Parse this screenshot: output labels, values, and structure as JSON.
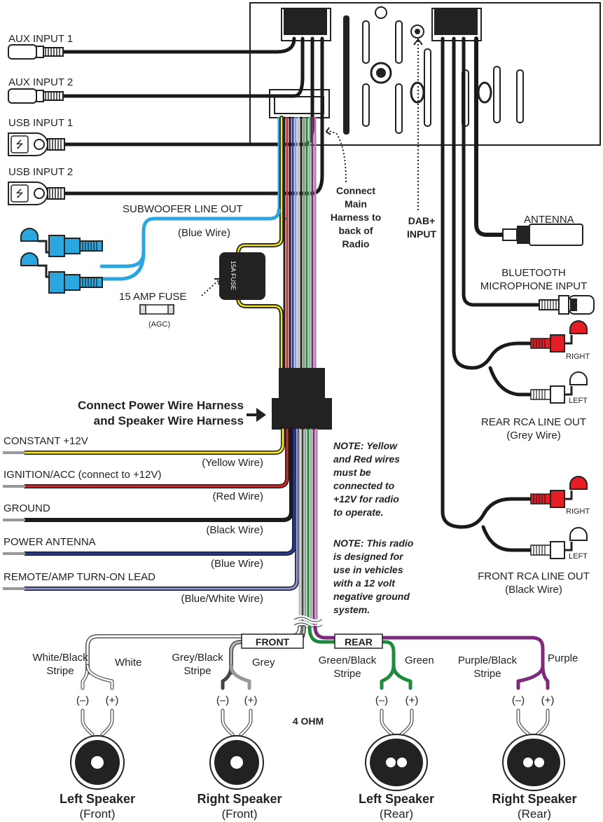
{
  "inputs": {
    "aux1": "AUX INPUT 1",
    "aux2": "AUX INPUT 2",
    "usb1": "USB INPUT 1",
    "usb2": "USB INPUT 2"
  },
  "subwoofer": {
    "label": "SUBWOOFER LINE OUT",
    "wire": "(Blue Wire)"
  },
  "fuse": {
    "label": "15 AMP FUSE",
    "type": "(AGC)",
    "body_text": "15A FUSE"
  },
  "harness_note": [
    "Connect",
    "Main",
    "Harness to",
    "back of",
    "Radio"
  ],
  "dab": [
    "DAB+",
    "INPUT"
  ],
  "antenna": "ANTENNA",
  "bluetooth": [
    "BLUETOOTH",
    "MICROPHONE INPUT"
  ],
  "rca": {
    "rear": {
      "label": "REAR RCA LINE OUT",
      "wire": "(Grey Wire)",
      "right": "RIGHT",
      "left": "LEFT"
    },
    "front": {
      "label": "FRONT RCA LINE OUT",
      "wire": "(Black Wire)",
      "right": "RIGHT",
      "left": "LEFT"
    }
  },
  "power_harness": [
    "Connect Power Wire Harness",
    "and Speaker Wire Harness"
  ],
  "power_wires": [
    {
      "label": "CONSTANT +12V",
      "wire": "(Yellow Wire)",
      "color": "#f2e21a"
    },
    {
      "label": "IGNITION/ACC (connect to +12V)",
      "wire": "(Red Wire)",
      "color": "#d22a2a"
    },
    {
      "label": "GROUND",
      "wire": "(Black Wire)",
      "color": "#1a1a1a"
    },
    {
      "label": "POWER ANTENNA",
      "wire": "(Blue Wire)",
      "color": "#2b3a9e"
    },
    {
      "label": "REMOTE/AMP TURN-ON LEAD",
      "wire": "(Blue/White Wire)",
      "color": "#8d96d8"
    }
  ],
  "notes": {
    "note1": [
      "NOTE: Yellow",
      "and Red wires",
      "must be",
      "connected to",
      "+12V for radio",
      "to operate."
    ],
    "note2": [
      "NOTE: This radio",
      "is designed for",
      "use in vehicles",
      "with a 12 volt",
      "negative ground",
      "system."
    ]
  },
  "groups": {
    "front": "FRONT",
    "rear": "REAR"
  },
  "speaker_wires": {
    "lf_neg": [
      "White/Black",
      "Stripe"
    ],
    "lf_pos": "White",
    "rf_neg": [
      "Grey/Black",
      "Stripe"
    ],
    "rf_pos": "Grey",
    "lr_neg": [
      "Green/Black",
      "Stripe"
    ],
    "lr_pos": "Green",
    "rr_neg": [
      "Purple/Black",
      "Stripe"
    ],
    "rr_pos": "Purple"
  },
  "polarity": {
    "neg": "(–)",
    "pos": "(+)"
  },
  "ohm": "4 OHM",
  "speakers": [
    {
      "name": "Left Speaker",
      "pos": "(Front)"
    },
    {
      "name": "Right Speaker",
      "pos": "(Front)"
    },
    {
      "name": "Left Speaker",
      "pos": "(Rear)"
    },
    {
      "name": "Right Speaker",
      "pos": "(Rear)"
    }
  ],
  "colors": {
    "subwoofer_blue": "#2aa7df",
    "rca_red": "#e51e25",
    "green": "#1e8a3c",
    "purple": "#7d2a7a",
    "grey": "#9a9a9a"
  }
}
